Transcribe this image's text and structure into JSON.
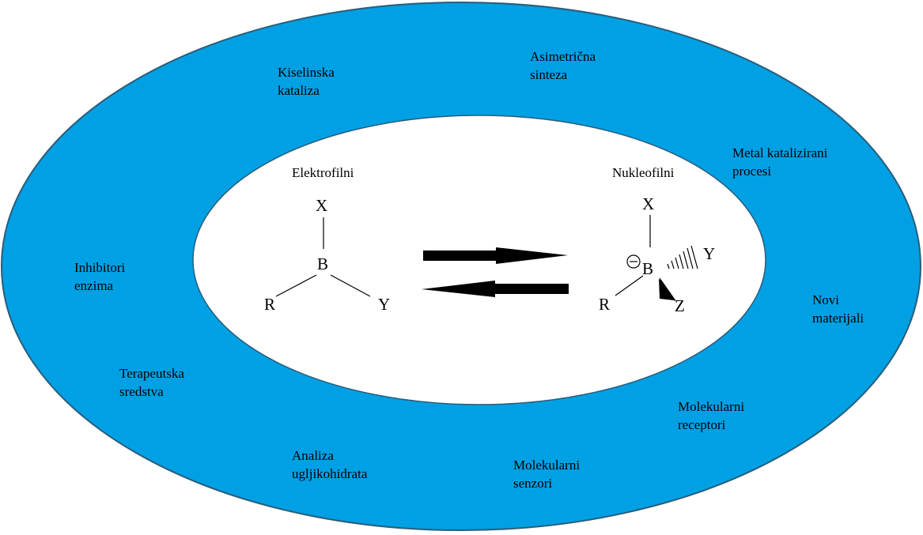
{
  "colors": {
    "outer_ring": "#00A0E4",
    "outer_ring_stroke": "#2a5d7a",
    "inner": "#ffffff",
    "ink": "#000000"
  },
  "outer_labels": {
    "kiselinska": "Kiselinska\nkataliza",
    "asimetricna": "Asimetrična\nsinteza",
    "metal": "Metal katalizirani\nprocesi",
    "inhibitori": "Inhibitori\nenzima",
    "novi": "Novi\nmaterijali",
    "terapeutska": "Terapeutska\nsredstva",
    "receptori": "Molekularni\nreceptori",
    "analiza": "Analiza\nugljikohidrata",
    "senzori": "Molekularni\nsenzori"
  },
  "left_structure": {
    "title": "Elektrofilni",
    "top": "X",
    "center": "B",
    "left": "R",
    "right": "Y"
  },
  "right_structure": {
    "title": "Nukleofilni",
    "top": "X",
    "center": "B",
    "left": "R",
    "upper_right": "Y",
    "lower_right": "Z",
    "charge": "−"
  },
  "equilibrium": {
    "forward_icon": "right-arrow-icon",
    "backward_icon": "left-arrow-icon"
  }
}
